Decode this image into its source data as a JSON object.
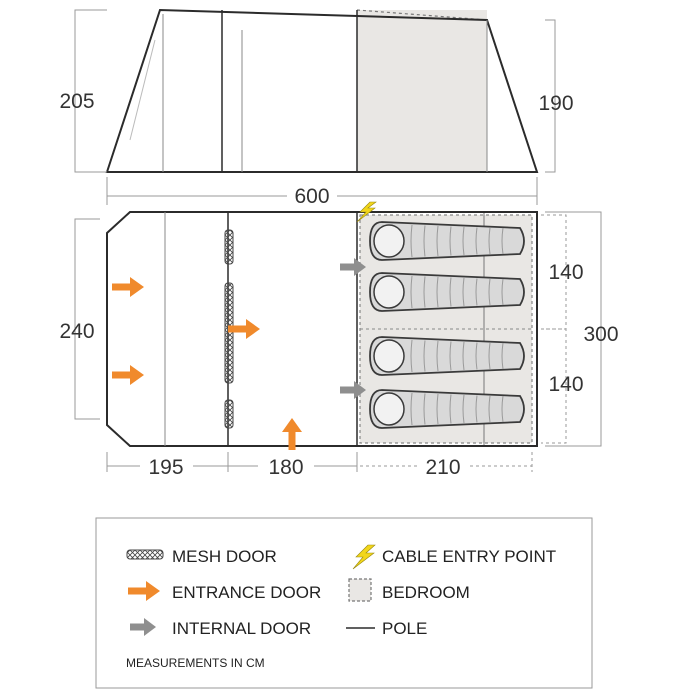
{
  "colors": {
    "outline": "#2b2b2b",
    "bedroom_fill": "#e9e7e4",
    "dimension_line": "#9a9a9a",
    "entrance_arrow": "#f08a2c",
    "internal_arrow": "#8f8f8f",
    "cable_bolt": "#f2d61a"
  },
  "dimensions": {
    "side_height_front": "205",
    "side_height_rear": "190",
    "total_length": "600",
    "front_width": "240",
    "total_width": "300",
    "bedroom_upper": "140",
    "bedroom_lower": "140",
    "section_porch": "195",
    "section_living": "180",
    "section_bedroom": "210"
  },
  "legend": {
    "mesh_door": "MESH DOOR",
    "entrance_door": "ENTRANCE DOOR",
    "internal_door": "INTERNAL DOOR",
    "cable_entry": "CABLE ENTRY POINT",
    "bedroom": "BEDROOM",
    "pole": "POLE",
    "note": "MEASUREMENTS IN CM"
  },
  "icons": {
    "mesh_door": "mesh-door-icon",
    "entrance_door": "entrance-arrow-icon",
    "internal_door": "internal-arrow-icon",
    "cable_entry": "lightning-bolt-icon",
    "bedroom": "dashed-square-icon",
    "pole": "line-icon",
    "sleeping_bag": "sleeping-bag-icon"
  }
}
